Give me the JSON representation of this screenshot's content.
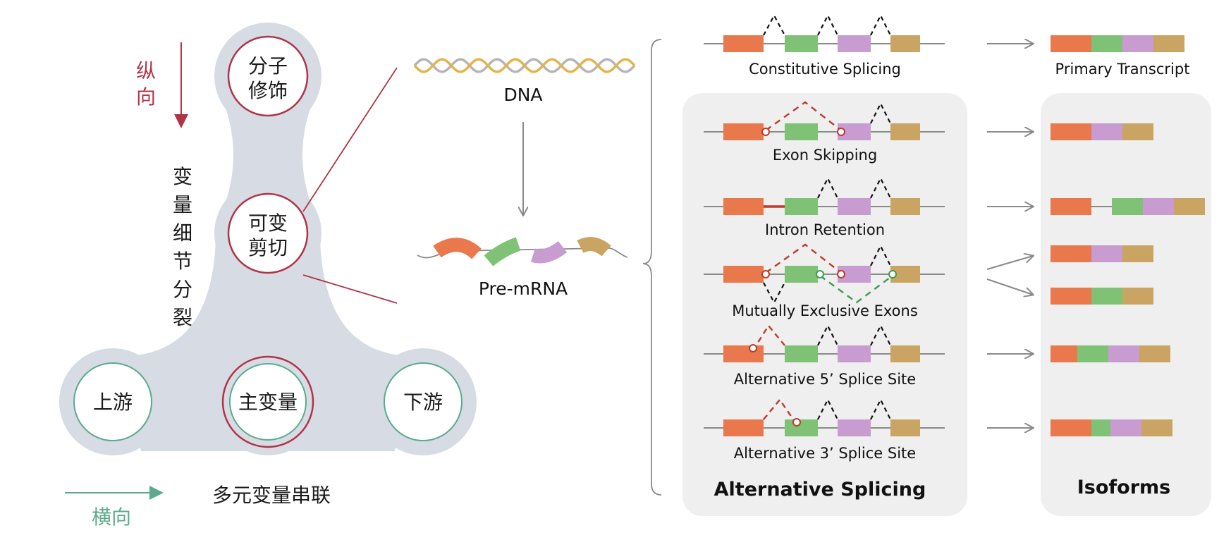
{
  "colors": {
    "red_accent": "#b03447",
    "teal_accent": "#5aab8c",
    "spinner_bg": "#d6dbe4",
    "panel_bg": "#efefef",
    "exon1": "#e9784c",
    "exon2": "#7fc275",
    "exon3": "#c89bd1",
    "exon4": "#c9a462"
  },
  "left_diagram": {
    "vertical_axis_label": "纵向",
    "horizontal_axis_label": "横向",
    "vertical_caption": "变量细节分裂",
    "horizontal_caption": "多元变量串联",
    "nodes": {
      "top": "分子修饰",
      "middle": "可变剪切",
      "left": "上游",
      "center": "主变量",
      "right": "下游"
    }
  },
  "flow": {
    "dna_label": "DNA",
    "premrna_label": "Pre-mRNA"
  },
  "splicing": {
    "constitutive_label": "Constitutive Splicing",
    "primary_transcript_label": "Primary Transcript",
    "panel_title": "Alternative Splicing",
    "isoforms_title": "Isoforms",
    "types": [
      "Exon Skipping",
      "Intron Retention",
      "Mutually Exclusive Exons",
      "Alternative 5’ Splice Site",
      "Alternative 3’ Splice Site"
    ]
  }
}
